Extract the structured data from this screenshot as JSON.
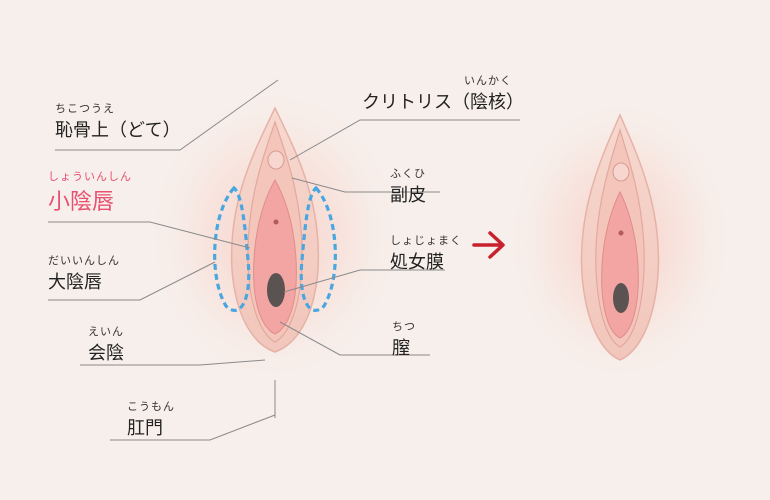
{
  "labels": {
    "pubis": {
      "ruby": "ちこつうえ",
      "text": "恥骨上（どて）"
    },
    "labia_minora": {
      "ruby": "しょういんしん",
      "text": "小陰唇"
    },
    "labia_majora": {
      "ruby": "だいいんしん",
      "text": "大陰唇"
    },
    "perineum": {
      "ruby": "えいん",
      "text": "会陰"
    },
    "anus": {
      "ruby": "こうもん",
      "text": "肛門"
    },
    "clitoris": {
      "ruby": "いんかく",
      "text": "クリトリス（陰核）"
    },
    "hood": {
      "ruby": "ふくひ",
      "text": "副皮"
    },
    "hymen": {
      "ruby": "しょじょまく",
      "text": "処女膜"
    },
    "vagina": {
      "ruby": "ちつ",
      "text": "膣"
    }
  },
  "colors": {
    "highlight": "#e8506f",
    "dashed_outline": "#4aa6e0",
    "arrow": "#c8202c"
  }
}
